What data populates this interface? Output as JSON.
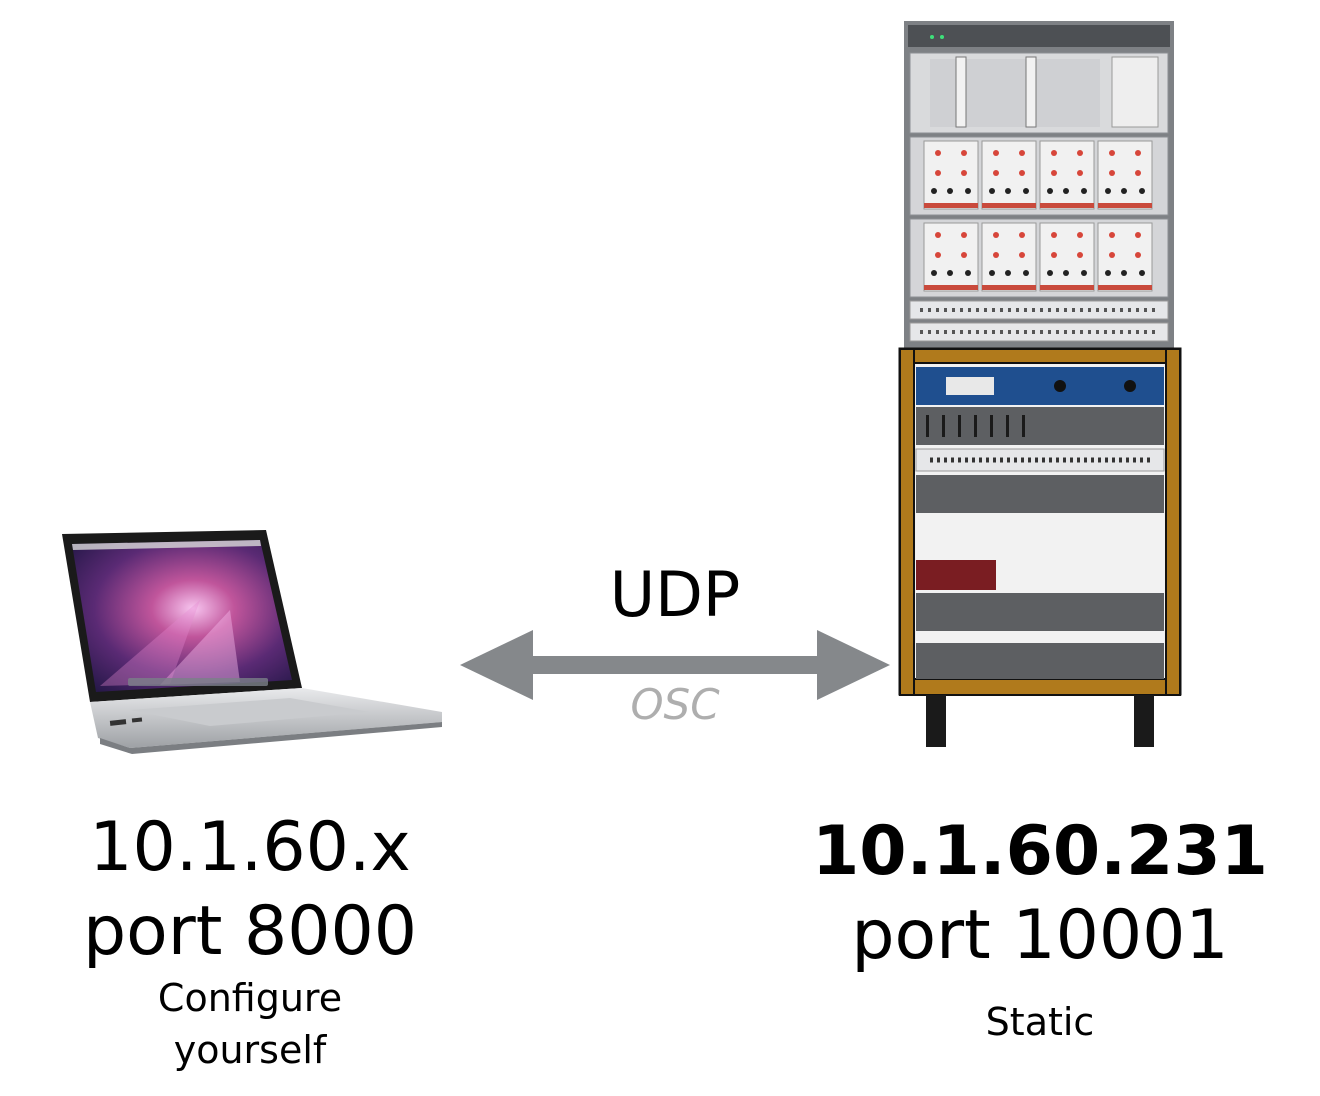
{
  "protocol": {
    "transport": "UDP",
    "format": "OSC"
  },
  "client": {
    "ip": "10.1.60.x",
    "port": "port 8000",
    "note_line1": "Configure",
    "note_line2": "yourself"
  },
  "server": {
    "ip": "10.1.60.231",
    "port": "port 10001",
    "note": "Static"
  },
  "colors": {
    "arrow": "#85888b",
    "osc_text": "#aeaeae",
    "rack_frame": "#b07a1c",
    "rack_panel_blue": "#1f4f8f",
    "rack_panel_dark": "#5d5f62"
  },
  "icons": [
    "laptop-icon",
    "equipment-rack-icon",
    "double-arrow-icon"
  ]
}
